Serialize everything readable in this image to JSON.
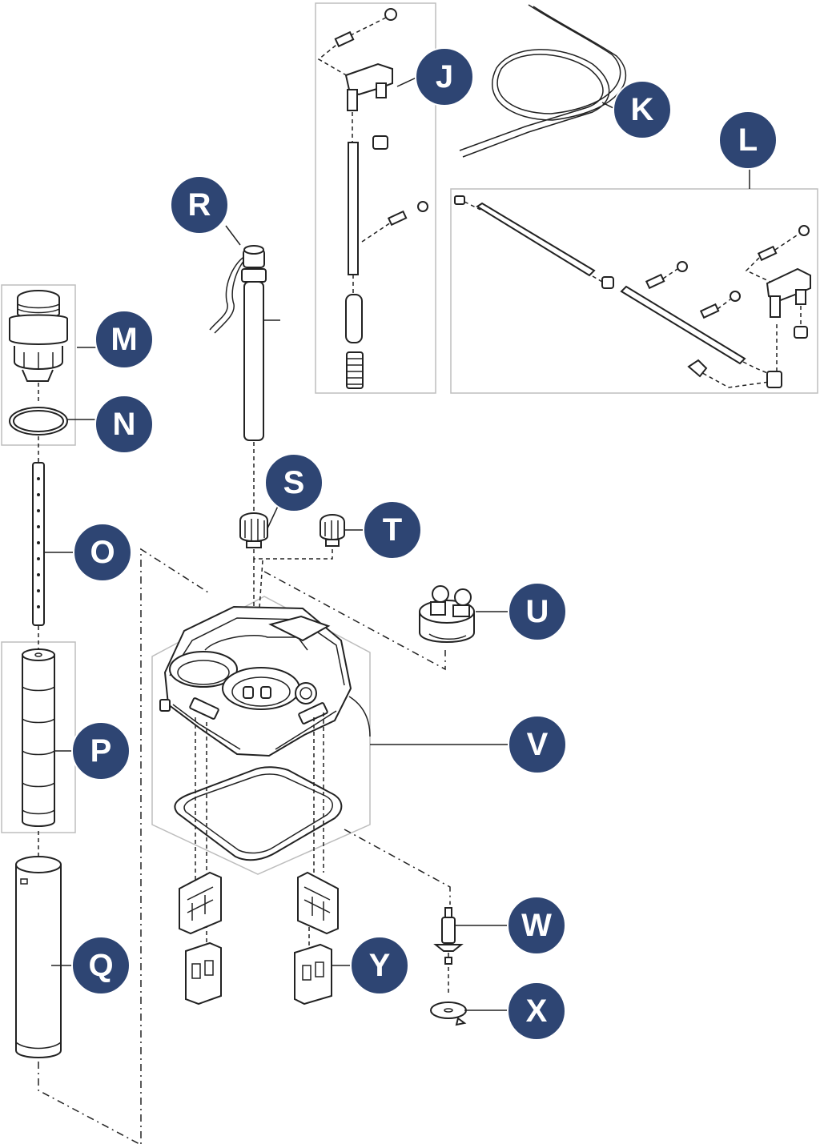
{
  "colors": {
    "badge_fill": "#2e4573",
    "badge_text": "#ffffff",
    "line": "#222222",
    "group_box": "#bdbdbd"
  },
  "labels": {
    "J": "J",
    "K": "K",
    "L": "L",
    "M": "M",
    "N": "N",
    "O": "O",
    "P": "P",
    "Q": "Q",
    "R": "R",
    "S": "S",
    "T": "T",
    "U": "U",
    "V": "V",
    "W": "W",
    "X": "X",
    "Y": "Y"
  }
}
